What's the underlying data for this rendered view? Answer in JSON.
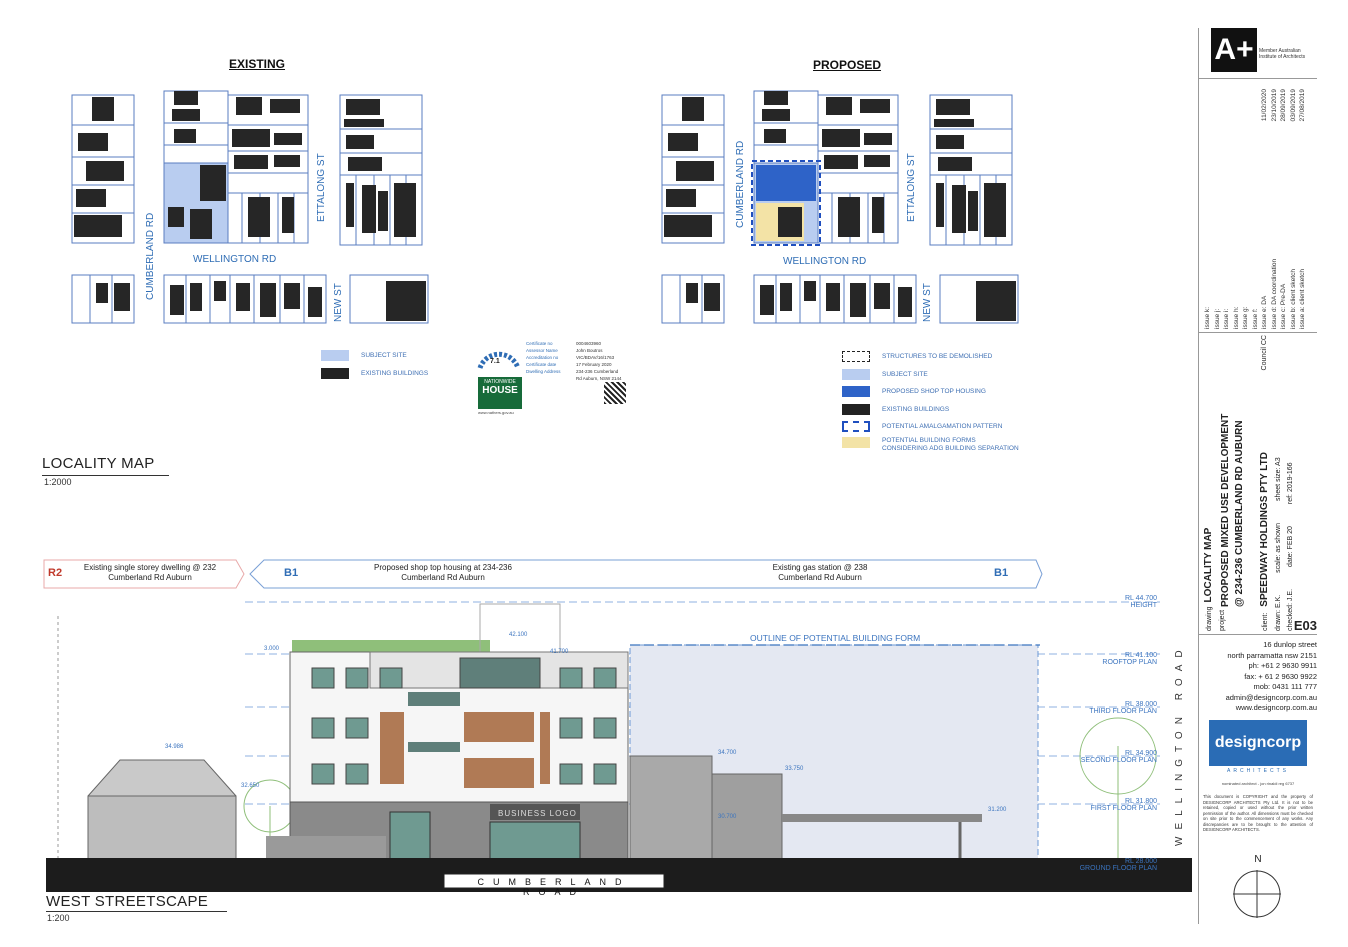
{
  "locality": {
    "existing_title": "EXISTING",
    "proposed_title": "PROPOSED",
    "map_label": "LOCALITY MAP",
    "map_scale": "1:2000",
    "roads": {
      "cumberland": "CUMBERLAND RD",
      "wellington": "WELLINGTON RD",
      "ettalong": "ETTALONG ST",
      "new_st": "NEW ST"
    },
    "existing_legend": [
      {
        "label": "SUBJECT SITE",
        "color": "#b9cdf0"
      },
      {
        "label": "EXISTING BUILDINGS",
        "color": "#222222"
      }
    ],
    "proposed_legend": [
      {
        "label": "STRUCTURES TO BE DEMOLISHED",
        "style": "dashed-outline"
      },
      {
        "label": "SUBJECT SITE",
        "color": "#b9cdf0"
      },
      {
        "label": "PROPOSED SHOP TOP HOUSING",
        "color": "#2e63c8"
      },
      {
        "label": "EXISTING BUILDINGS",
        "color": "#222222"
      },
      {
        "label": "POTENTIAL AMALGAMATION PATTERN",
        "style": "blue-dashed"
      },
      {
        "label": "POTENTIAL BUILDING FORMS CONSIDERING ADG BUILDING SEPARATION",
        "color": "#f3e3a6"
      }
    ],
    "certificate": {
      "rating": "7.1",
      "banner_line1": "NATIONWIDE",
      "banner_line2": "HOUSE",
      "web": "www.nathers.gov.au",
      "rows": [
        {
          "k": "Certificate no",
          "v": "0004603960"
        },
        {
          "k": "Assessor Name",
          "v": "John Boutros"
        },
        {
          "k": "Accreditation no",
          "v": "VIC/BDAV/16/1763"
        },
        {
          "k": "Certificate date",
          "v": "17 February 2020"
        },
        {
          "k": "Dwelling Address",
          "v": "234-236 Cumberland Rd Auburn, NSW 2144"
        }
      ]
    }
  },
  "streetscape": {
    "label": "WEST STREETSCAPE",
    "scale": "1:200",
    "road_name": "CUMBERLAND ROAD",
    "side_road": "WELLINGTON ROAD",
    "zones": [
      {
        "code": "R2",
        "text": "Existing single storey dwelling @ 232 Cumberland Rd Auburn"
      },
      {
        "code": "B1",
        "text": "Proposed shop top housing at 234-236 Cumberland Rd Auburn"
      },
      {
        "code": "B1",
        "text": "Existing gas station @ 238 Cumberland Rd Auburn"
      }
    ],
    "outline_label": "OUTLINE OF POTENTIAL BUILDING FORM",
    "business_logo": "BUSINESS LOGO",
    "levels": [
      {
        "rl": "RL 44.700",
        "name": "HEIGHT"
      },
      {
        "rl": "RL 41.100",
        "name": "ROOFTOP PLAN"
      },
      {
        "rl": "RL 38.000",
        "name": "THIRD FLOOR PLAN"
      },
      {
        "rl": "RL 34.900",
        "name": "SECOND FLOOR PLAN"
      },
      {
        "rl": "RL 31.800",
        "name": "FIRST FLOOR PLAN"
      },
      {
        "rl": "RL 28.000",
        "name": "GROUND FLOOR PLAN"
      }
    ],
    "spot_levels": {
      "a": "42.100",
      "b": "41.700",
      "c": "3.000",
      "d": "34.986",
      "e": "32.650",
      "f": "34.700",
      "g": "33.750",
      "h": "30.700",
      "i": "31.200"
    }
  },
  "title_block": {
    "logo_text": "A+",
    "logo_caption": "Member Australian Institute of Architects",
    "issues": [
      {
        "label": "issue k:",
        "value": ""
      },
      {
        "label": "issue j:",
        "value": ""
      },
      {
        "label": "issue i:",
        "value": ""
      },
      {
        "label": "issue h:",
        "value": ""
      },
      {
        "label": "issue g:",
        "value": ""
      },
      {
        "label": "issue f:",
        "value": ""
      },
      {
        "label": "issue e: DA",
        "value": "11/02/2020"
      },
      {
        "label": "issue d: DA coordination",
        "value": "23/10/2019"
      },
      {
        "label": "issue c: Pre-DA",
        "value": "28/09/2019"
      },
      {
        "label": "issue b: client sketch",
        "value": "03/09/2019"
      },
      {
        "label": "issue a: client sketch",
        "value": "27/08/2019"
      }
    ],
    "drawing_key": "drawing",
    "drawing": "LOCALITY MAP",
    "project_key": "project",
    "project_line1": "PROPOSED MIXED USE DEVELOPMENT",
    "project_line2": "@ 234-236 CUMBERLAND RD AUBURN",
    "client_key": "client:",
    "client": "SPEEDWAY HOLDINGS PTY LTD",
    "council_key": "Council",
    "council": "CC",
    "drawn": "drawn: E.K.",
    "checked": "checked: J.E.",
    "scale": "scale: as shown",
    "date": "date: FEB 20",
    "sheet": "sheet size: A3",
    "ref": "ref: 2019-166",
    "sheet_no": "E03",
    "address": [
      "16 dunlop street",
      "north parramatta nsw 2151",
      "ph: +61 2 9630 9911",
      "fax: + 61 2 9630 9922",
      "mob: 0431 111 777",
      "admin@designcorp.com.au",
      "www.designcorp.com.au"
    ],
    "firm": "designcorp",
    "firm_sub": "ARCHITECTS",
    "nominated": "nominated architect - jon rinaldi reg 6737",
    "copyright": "This document is COPYRIGHT and the property of DESIGNCORP ARCHITECTS Pty Ltd. It is not to be retained, copied or used without the prior written permission of the author. All dimensions must be checked on site prior to the commencement of any works. Any discrepancies are to be brought to the attention of DESIGNCORP ARCHITECTS.",
    "north": "N"
  }
}
